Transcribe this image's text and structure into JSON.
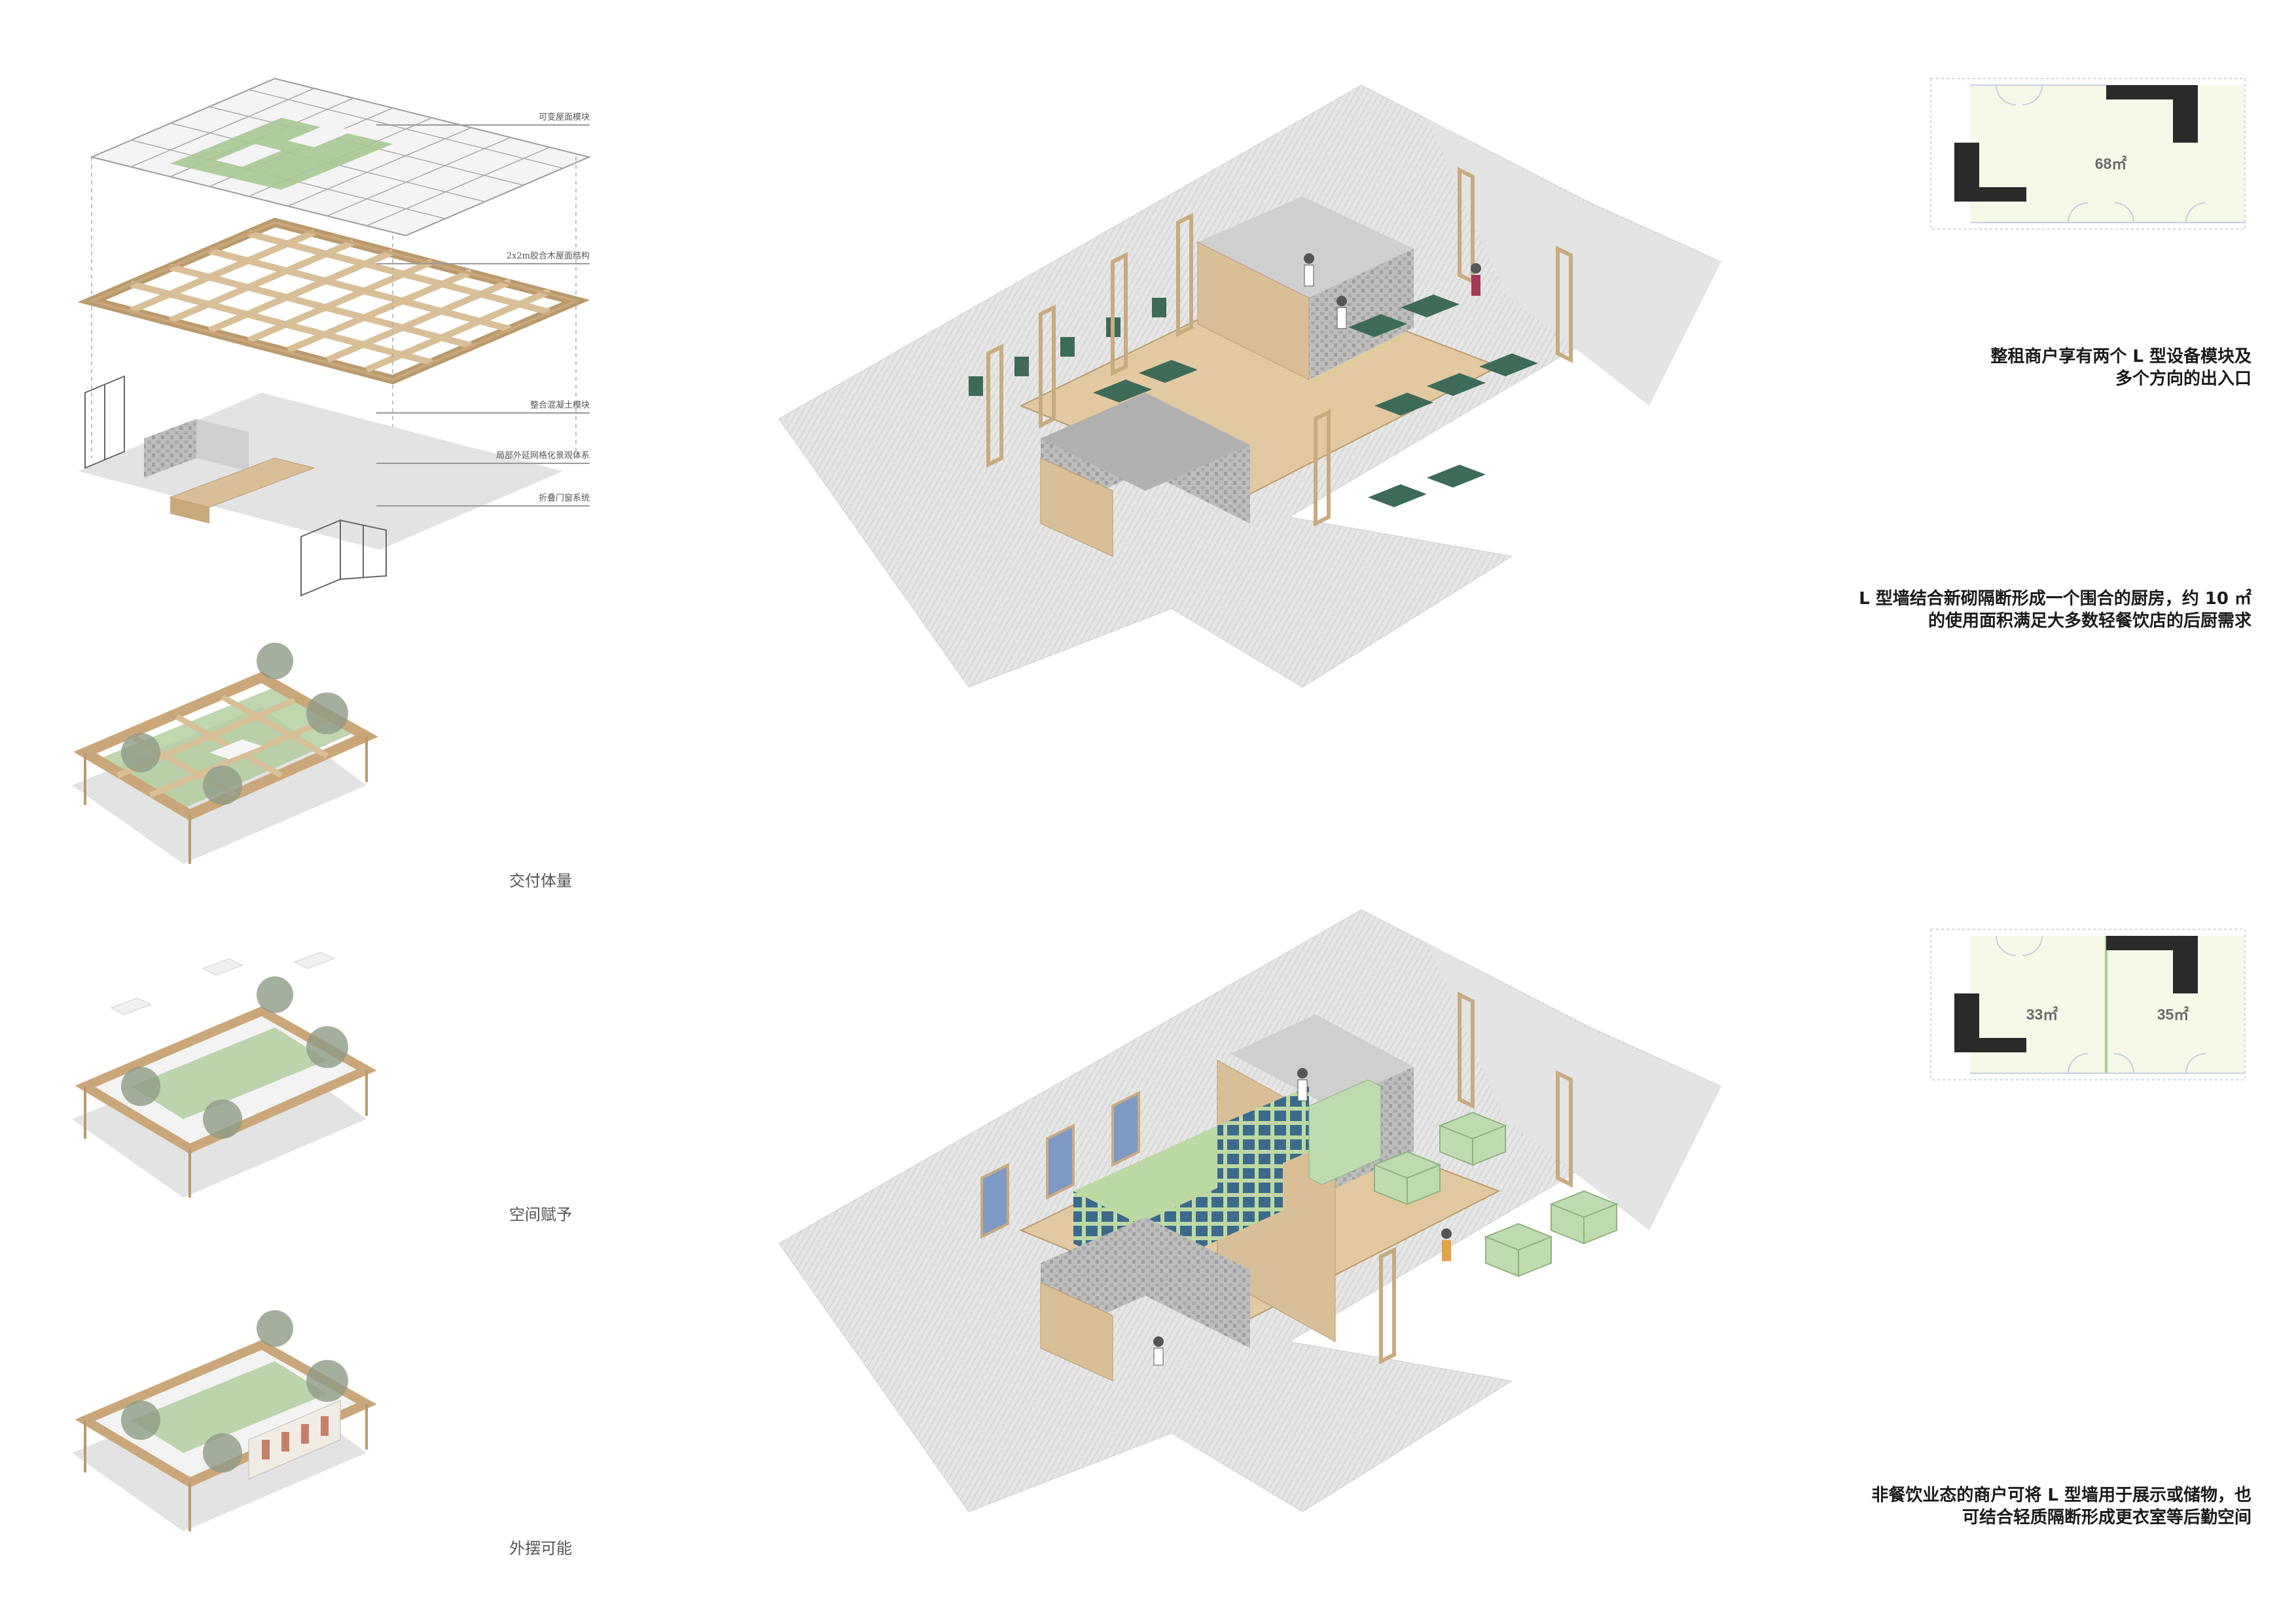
{
  "exploded_layers": [
    {
      "label": "可变屋面模块"
    },
    {
      "label": "2x2m胶合木屋面结构"
    },
    {
      "label": "整合混凝土模块"
    },
    {
      "label": "局部外延网格化景观体系"
    },
    {
      "label": "折叠门窗系统"
    }
  ],
  "stages": [
    {
      "label": "交付体量"
    },
    {
      "label": "空间赋予"
    },
    {
      "label": "外摆可能"
    }
  ],
  "top_plan": {
    "area": "68㎡"
  },
  "bottom_plan": {
    "area_left": "33㎡",
    "area_right": "35㎡"
  },
  "captions": {
    "c1_line1": "整租商户享有两个 L 型设备模块及",
    "c1_line2": "多个方向的出入口",
    "c2_line1": "L 型墙结合新砌隔断形成一个围合的厨房，约 10 ㎡",
    "c2_line2": "的使用面积满足大多数轻餐饮店的后厨需求",
    "c3_line1": "非餐饮业态的商户可将 L 型墙用于展示或储物，也",
    "c3_line2": "可结合轻质隔断形成更衣室等后勤空间"
  },
  "colors": {
    "wood": "#d9bf98",
    "wood_edge": "#b99a6e",
    "roof_green": "#a9c893",
    "concrete": "#b9b9b9",
    "ground": "#e3e3e3",
    "teal_furniture": "#3e6a58",
    "mint_furniture": "#bfdcb0",
    "plan_wall": "#2a2a2a",
    "plan_fill": "#f6f8e8",
    "blue_glass": "#7e9ac4"
  }
}
